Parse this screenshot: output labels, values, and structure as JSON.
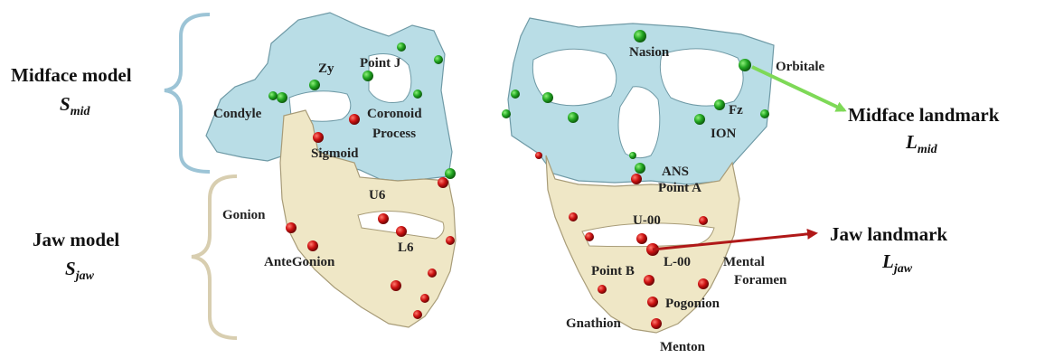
{
  "left_labels": {
    "midface_title": "Midface model",
    "midface_symbol": "S",
    "midface_subscript": "mid",
    "jaw_title": "Jaw model",
    "jaw_symbol": "S",
    "jaw_subscript": "jaw"
  },
  "right_labels": {
    "midface_title": "Midface landmark",
    "midface_symbol": "L",
    "midface_subscript": "mid",
    "jaw_title": "Jaw landmark",
    "jaw_symbol": "L",
    "jaw_subscript": "jaw"
  },
  "lateral_landmarks": {
    "zy": "Zy",
    "point_j": "Point J",
    "condyle": "Condyle",
    "coronoid": "Coronoid",
    "process": "Process",
    "sigmoid": "Sigmoid",
    "u6": "U6",
    "gonion": "Gonion",
    "l6": "L6",
    "antegonion": "AnteGonion"
  },
  "frontal_landmarks": {
    "nasion": "Nasion",
    "orbitale": "Orbitale",
    "fz": "Fz",
    "ion": "ION",
    "ans": "ANS",
    "point_a": "Point A",
    "u00": "U-00",
    "l00": "L-00",
    "point_b": "Point B",
    "mental": "Mental",
    "foramen": "Foramen",
    "pogonion": "Pogonion",
    "gnathion": "Gnathion",
    "menton": "Menton"
  },
  "colors": {
    "midface": "#b9dde6",
    "jaw": "#efe7c6",
    "midface_marker": "#22a622",
    "jaw_marker": "#cc1111",
    "midface_arrow": "#7ed957",
    "jaw_arrow": "#b01818",
    "upper_brace": "#9cc4d6",
    "lower_brace": "#d8ceb0"
  }
}
